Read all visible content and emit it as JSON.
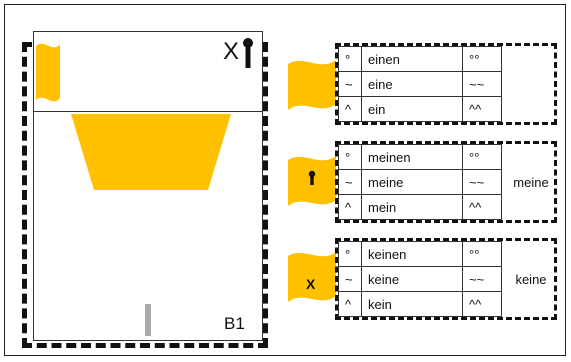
{
  "panel": {
    "x_label": "X",
    "bottom_label": "B1"
  },
  "groups": [
    {
      "rows": [
        {
          "sym": "°",
          "word": "einen",
          "mark": "°°"
        },
        {
          "sym": "~",
          "word": "eine",
          "mark": "~~"
        },
        {
          "sym": "^",
          "word": "ein",
          "mark": "^^"
        }
      ],
      "combined": ""
    },
    {
      "rows": [
        {
          "sym": "°",
          "word": "meinen",
          "mark": "°°"
        },
        {
          "sym": "~",
          "word": "meine",
          "mark": "~~"
        },
        {
          "sym": "^",
          "word": "mein",
          "mark": "^^"
        }
      ],
      "combined": "meine"
    },
    {
      "rows": [
        {
          "sym": "°",
          "word": "keinen",
          "mark": "°°"
        },
        {
          "sym": "~",
          "word": "keine",
          "mark": "~~"
        },
        {
          "sym": "^",
          "word": "kein",
          "mark": "^^"
        }
      ],
      "combined": "keine"
    }
  ],
  "flags": [
    {
      "icon": ""
    },
    {
      "icon": "keyhole-icon"
    },
    {
      "icon": "X"
    }
  ],
  "colors": {
    "gold": "#FFC000",
    "dash": "#111111"
  }
}
